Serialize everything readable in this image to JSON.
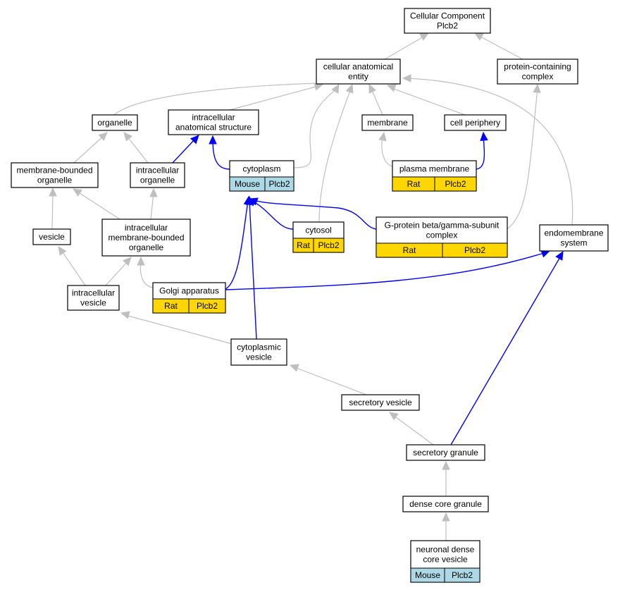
{
  "graph": {
    "title_lines": [
      "Cellular Component",
      "Plcb2"
    ],
    "colors": {
      "mouse": "#add8e6",
      "rat": "#ffd700",
      "regulates_edge": "#0000ff",
      "is_a_edge": "#bfbfbf"
    },
    "nodes": {
      "root": {
        "lines": [
          "Cellular Component",
          "Plcb2"
        ]
      },
      "cae": {
        "lines": [
          "cellular anatomical",
          "entity"
        ]
      },
      "pcc": {
        "lines": [
          "protein-containing",
          "complex"
        ]
      },
      "organelle": {
        "lines": [
          "organelle"
        ]
      },
      "ias": {
        "lines": [
          "intracellular",
          "anatomical structure"
        ]
      },
      "membrane": {
        "lines": [
          "membrane"
        ]
      },
      "cellperiphery": {
        "lines": [
          "cell periphery"
        ]
      },
      "mbo": {
        "lines": [
          "membrane-bounded",
          "organelle"
        ]
      },
      "io": {
        "lines": [
          "intracellular",
          "organelle"
        ]
      },
      "cytoplasm": {
        "lines": [
          "cytoplasm"
        ],
        "tags": [
          "Mouse",
          "Plcb2"
        ]
      },
      "plasmamem": {
        "lines": [
          "plasma membrane"
        ],
        "tags": [
          "Rat",
          "Plcb2"
        ]
      },
      "vesicle": {
        "lines": [
          "vesicle"
        ]
      },
      "imbo": {
        "lines": [
          "intracellular",
          "membrane-bounded",
          "organelle"
        ]
      },
      "cytosol": {
        "lines": [
          "cytosol"
        ],
        "tags": [
          "Rat",
          "Plcb2"
        ]
      },
      "gprotein": {
        "lines": [
          "G-protein beta/gamma-subunit",
          "complex"
        ],
        "tags": [
          "Rat",
          "Plcb2"
        ]
      },
      "endomembrane": {
        "lines": [
          "endomembrane",
          "system"
        ]
      },
      "iv": {
        "lines": [
          "intracellular",
          "vesicle"
        ]
      },
      "golgi": {
        "lines": [
          "Golgi apparatus"
        ],
        "tags": [
          "Rat",
          "Plcb2"
        ]
      },
      "cytovesicle": {
        "lines": [
          "cytoplasmic",
          "vesicle"
        ]
      },
      "secvesicle": {
        "lines": [
          "secretory vesicle"
        ]
      },
      "secgranule": {
        "lines": [
          "secretory granule"
        ]
      },
      "dcg": {
        "lines": [
          "dense core granule"
        ]
      },
      "ndcv": {
        "lines": [
          "neuronal dense",
          "core vesicle"
        ],
        "tags": [
          "Mouse",
          "Plcb2"
        ]
      }
    }
  }
}
